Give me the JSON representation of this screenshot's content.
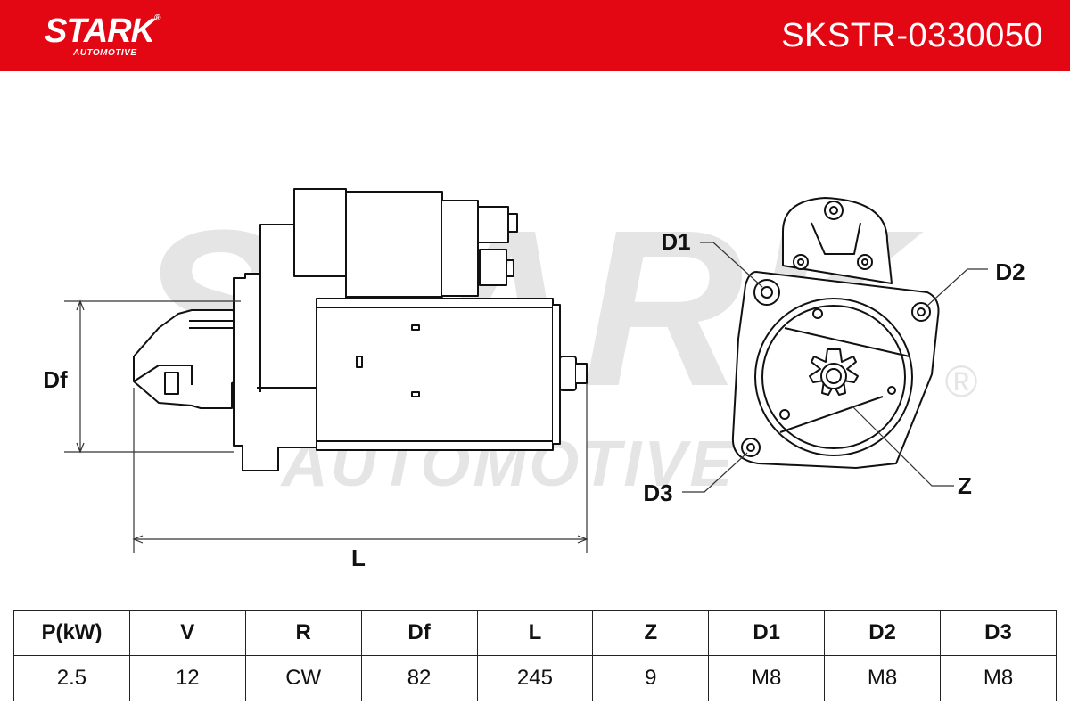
{
  "header": {
    "logo_main": "STARK",
    "logo_reg": "®",
    "logo_sub": "AUTOMOTIVE",
    "part_number": "SKSTR-0330050",
    "bg_color": "#e30613"
  },
  "watermark": {
    "main": "STARK",
    "sub": "AUTOMOTIVE",
    "reg": "®"
  },
  "drawing": {
    "labels": {
      "df": "Df",
      "l": "L",
      "d1": "D1",
      "d2": "D2",
      "d3": "D3",
      "z": "Z"
    }
  },
  "specs": {
    "headers": [
      "P(kW)",
      "V",
      "R",
      "Df",
      "L",
      "Z",
      "D1",
      "D2",
      "D3"
    ],
    "values": [
      "2.5",
      "12",
      "CW",
      "82",
      "245",
      "9",
      "M8",
      "M8",
      "M8"
    ]
  }
}
